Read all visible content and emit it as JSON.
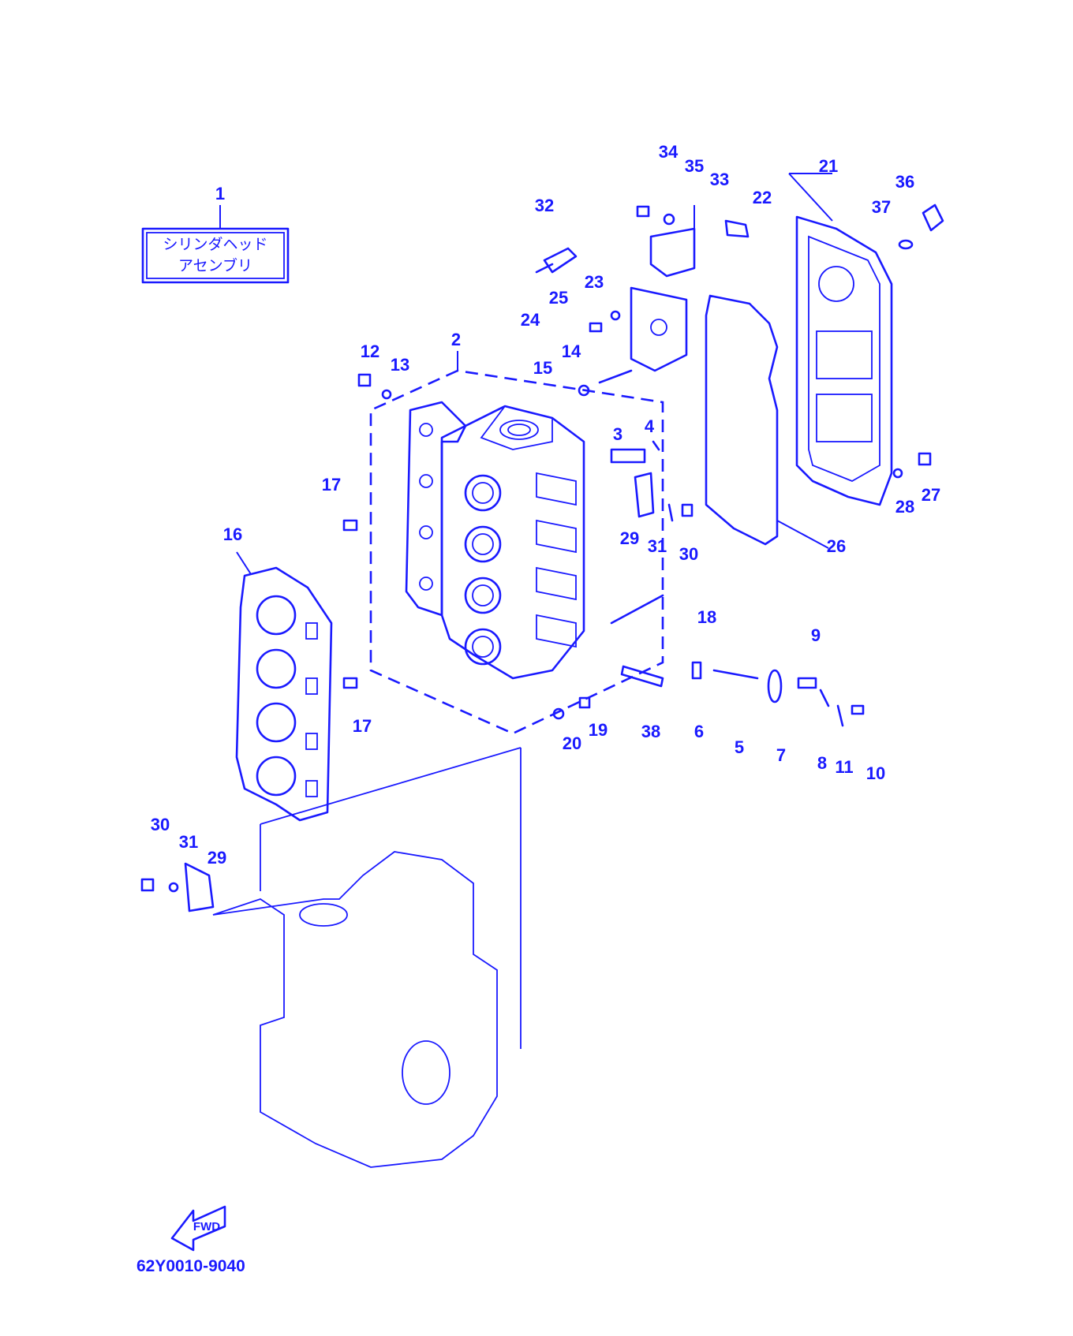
{
  "title_box": {
    "line1": "シリンダヘッド",
    "line2": "アセンブリ"
  },
  "diagram_code": "62Y0010-9040",
  "direction_label": "FWD",
  "color": "#1a1aff",
  "callouts": {
    "c1": "1",
    "c2": "2",
    "c3": "3",
    "c4": "4",
    "c5": "5",
    "c6": "6",
    "c7": "7",
    "c8": "8",
    "c9": "9",
    "c10": "10",
    "c11": "11",
    "c12": "12",
    "c13": "13",
    "c14": "14",
    "c15": "15",
    "c16": "16",
    "c17a": "17",
    "c17b": "17",
    "c18": "18",
    "c19": "19",
    "c20": "20",
    "c21": "21",
    "c22": "22",
    "c23": "23",
    "c24": "24",
    "c25": "25",
    "c26": "26",
    "c27": "27",
    "c28": "28",
    "c29a": "29",
    "c29b": "29",
    "c30a": "30",
    "c30b": "30",
    "c31a": "31",
    "c31b": "31",
    "c32": "32",
    "c33": "33",
    "c34": "34",
    "c35": "35",
    "c36": "36",
    "c37": "37",
    "c38": "38"
  }
}
